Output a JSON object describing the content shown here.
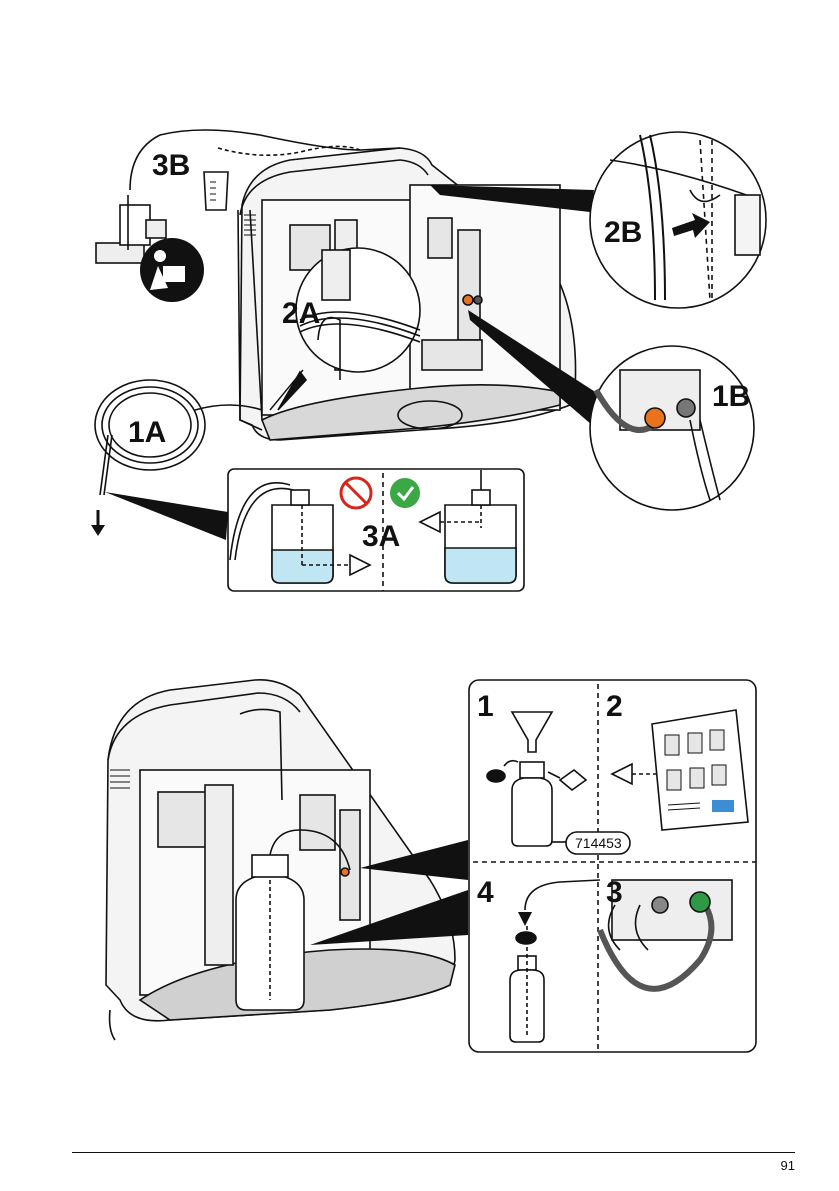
{
  "figure1": {
    "labels": {
      "step_1a": "1A",
      "step_1b": "1B",
      "step_2a": "2A",
      "step_2b": "2B",
      "step_3a": "3A",
      "step_3b": "3B"
    },
    "colors": {
      "fitting_orange": "#e8731c",
      "ok_green": "#3aa845",
      "no_red": "#d6261c",
      "water_blue": "#bfe6f2"
    }
  },
  "figure2": {
    "labels": {
      "step_1": "1",
      "step_2": "2",
      "step_3": "3",
      "step_4": "4",
      "part_number": "714453"
    },
    "colors": {
      "fitting_green": "#2f9a45"
    }
  },
  "footer": {
    "page_number": "91"
  }
}
